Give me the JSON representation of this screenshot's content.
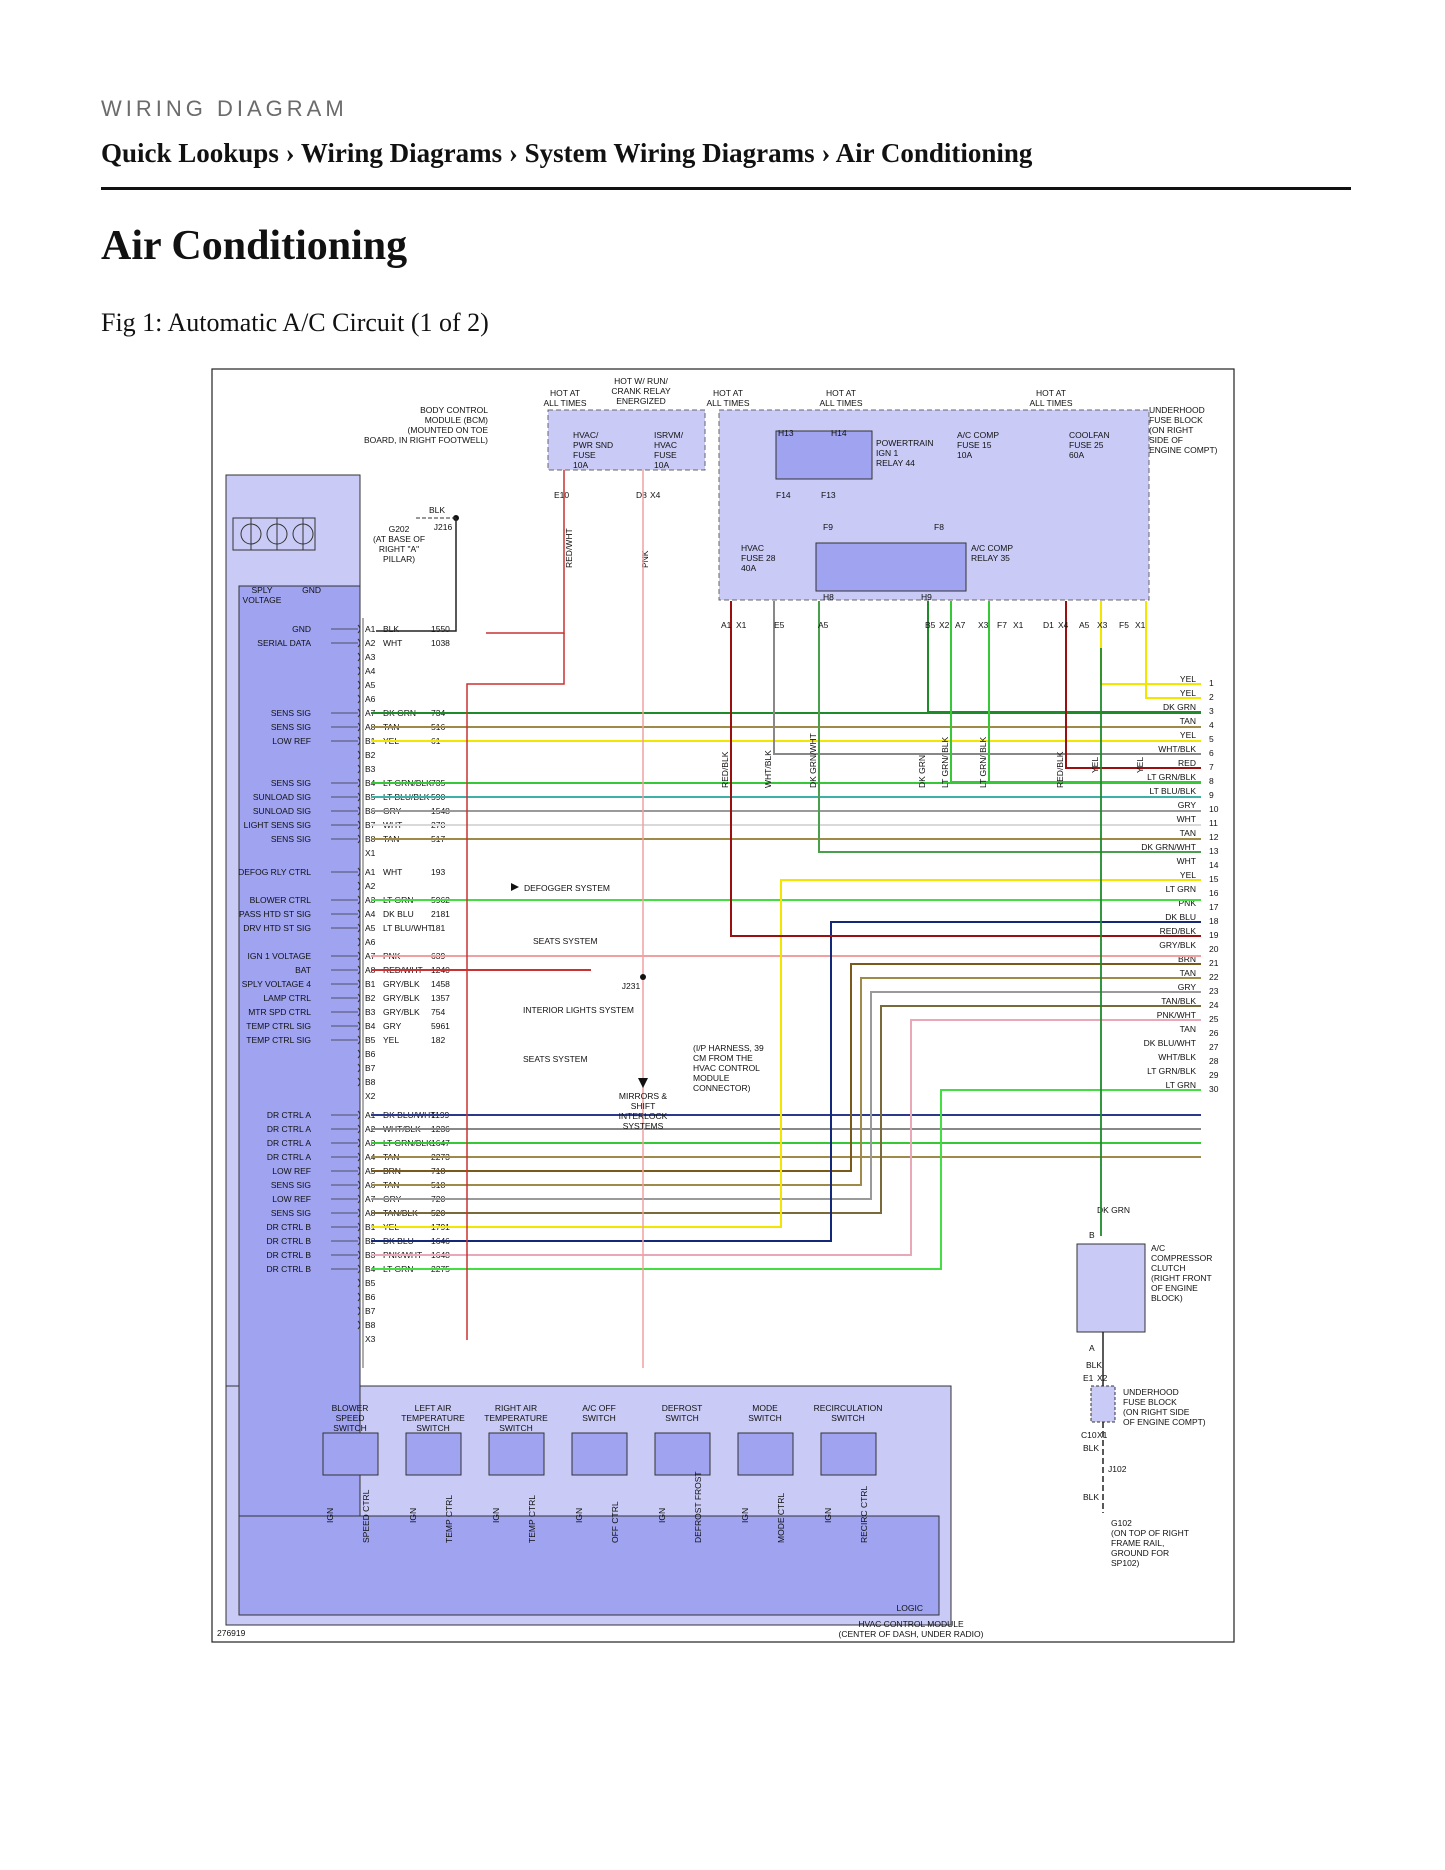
{
  "header": {
    "eyebrow": "WIRING DIAGRAM"
  },
  "breadcrumb": {
    "items": [
      "Quick Lookups",
      "Wiring Diagrams",
      "System Wiring Diagrams",
      "Air Conditioning"
    ],
    "separator": "›"
  },
  "page": {
    "title": "Air Conditioning"
  },
  "figure": {
    "caption": "Fig 1: Automatic A/C Circuit (1 of 2)",
    "id": "276919",
    "module_title": [
      "HVAC CONTROL MODULE",
      "(CENTER OF DASH, UNDER RADIO)"
    ],
    "logic_label": "LOGIC",
    "power_labels": {
      "hot1": [
        "HOT AT",
        "ALL TIMES"
      ],
      "hotrun": [
        "HOT W/ RUN/",
        "CRANK RELAY",
        "ENERGIZED"
      ],
      "hot2": [
        "HOT AT",
        "ALL TIMES"
      ],
      "hot3": [
        "HOT AT",
        "ALL TIMES"
      ],
      "hot4": [
        "HOT AT",
        "ALL TIMES"
      ]
    },
    "bcm": [
      "BODY CONTROL",
      "MODULE (BCM)",
      "(MOUNTED ON TOE",
      "BOARD, IN RIGHT FOOTWELL)"
    ],
    "fuses": {
      "hvac_pwr": [
        "HVAC/",
        "PWR SND",
        "FUSE",
        "10A"
      ],
      "isrvm": [
        "ISRVM/",
        "HVAC",
        "FUSE",
        "10A"
      ],
      "pt_relay": [
        "POWERTRAIN",
        "IGN 1",
        "RELAY 44"
      ],
      "ac_comp_fuse": [
        "A/C COMP",
        "FUSE 15",
        "10A"
      ],
      "coolfan": [
        "COOLFAN",
        "FUSE 25",
        "60A"
      ],
      "hvac28": [
        "HVAC",
        "FUSE 28",
        "40A"
      ],
      "ac_relay": [
        "A/C COMP",
        "RELAY 35"
      ]
    },
    "underhood": [
      "UNDERHOOD",
      "FUSE BLOCK",
      "(ON RIGHT",
      "SIDE OF",
      "ENGINE COMPT)"
    ],
    "underhood2": [
      "UNDERHOOD",
      "FUSE BLOCK",
      "(ON RIGHT SIDE",
      "OF ENGINE COMPT)"
    ],
    "g202": [
      "G202",
      "(AT BASE OF",
      "RIGHT \"A\"",
      "PILLAR)"
    ],
    "g202_wire": "BLK",
    "j216": "J216",
    "j231": "J231",
    "j102": "J102",
    "ip_harness": [
      "(I/P HARNESS, 39",
      "CM FROM THE",
      "HVAC CONTROL",
      "MODULE",
      "CONNECTOR)"
    ],
    "mirrors": [
      "MIRRORS &",
      "SHIFT",
      "INTERLOCK",
      "SYSTEMS"
    ],
    "clutch": [
      "A/C",
      "COMPRESSOR",
      "CLUTCH",
      "(RIGHT FRONT",
      "OF ENGINE",
      "BLOCK)"
    ],
    "g102": [
      "G102",
      "(ON TOP OF RIGHT",
      "FRAME RAIL,",
      "GROUND FOR",
      "SP102)"
    ],
    "sply": [
      "SPLY",
      "VOLTAGE"
    ],
    "gnd": "GND",
    "top_connectors": [
      "E10",
      "D8",
      "X4",
      "F14",
      "F13",
      "F9",
      "F8",
      "H13",
      "H14",
      "H8",
      "H9"
    ],
    "top_pins": [
      "A1",
      "X1",
      "E5",
      "A5",
      "B5",
      "X2",
      "A7",
      "X3",
      "F7",
      "X1",
      "D1",
      "X4",
      "A5",
      "X3",
      "F5",
      "X1"
    ],
    "vertical_wires": [
      "RED/WHT",
      "PNK",
      "RED/BLK",
      "WHT/BLK",
      "DK GRN/WHT",
      "DK GRN",
      "LT GRN/ BLK",
      "LT GRN/ BLK",
      "RED/BLK",
      "YEL",
      "YEL"
    ],
    "clutch_wires": {
      "top": "DK GRN",
      "pinB": "B",
      "pinA": "A",
      "blk1": "BLK",
      "e1": "E1",
      "x2": "X2",
      "c10": "C10",
      "x1": "X1",
      "blk2": "BLK",
      "blk3": "BLK"
    },
    "rows_x1": [
      {
        "pin": "A1",
        "func": "GND",
        "color": "BLK",
        "circuit": "1550"
      },
      {
        "pin": "A2",
        "func": "SERIAL DATA",
        "color": "WHT",
        "circuit": "1038"
      },
      {
        "pin": "A3",
        "func": "",
        "color": "",
        "circuit": ""
      },
      {
        "pin": "A4",
        "func": "",
        "color": "",
        "circuit": ""
      },
      {
        "pin": "A5",
        "func": "",
        "color": "",
        "circuit": ""
      },
      {
        "pin": "A6",
        "func": "",
        "color": "",
        "circuit": ""
      },
      {
        "pin": "A7",
        "func": "SENS SIG",
        "color": "DK GRN",
        "circuit": "734"
      },
      {
        "pin": "A8",
        "func": "SENS SIG",
        "color": "TAN",
        "circuit": "516"
      },
      {
        "pin": "B1",
        "func": "LOW REF",
        "color": "YEL",
        "circuit": "61"
      },
      {
        "pin": "B2",
        "func": "",
        "color": "",
        "circuit": ""
      },
      {
        "pin": "B3",
        "func": "",
        "color": "",
        "circuit": ""
      },
      {
        "pin": "B4",
        "func": "SENS SIG",
        "color": "LT GRN/BLK",
        "circuit": "735"
      },
      {
        "pin": "B5",
        "func": "SUNLOAD SIG",
        "color": "LT BLU/BLK",
        "circuit": "590"
      },
      {
        "pin": "B6",
        "func": "SUNLOAD SIG",
        "color": "GRY",
        "circuit": "1548"
      },
      {
        "pin": "B7",
        "func": "LIGHT SENS SIG",
        "color": "WHT",
        "circuit": "278"
      },
      {
        "pin": "B8",
        "func": "SENS SIG",
        "color": "TAN",
        "circuit": "517"
      }
    ],
    "label_x1": "X1",
    "rows_x2": [
      {
        "pin": "A1",
        "func": "DEFOG RLY CTRL",
        "color": "WHT",
        "circuit": "193"
      },
      {
        "pin": "A2",
        "func": "",
        "color": "",
        "circuit": ""
      },
      {
        "pin": "A3",
        "func": "BLOWER CTRL",
        "color": "LT GRN",
        "circuit": "5962"
      },
      {
        "pin": "A4",
        "func": "PASS HTD ST SIG",
        "color": "DK BLU",
        "circuit": "2181"
      },
      {
        "pin": "A5",
        "func": "DRV HTD ST SIG",
        "color": "LT BLU/WHT",
        "circuit": "181"
      },
      {
        "pin": "A6",
        "func": "",
        "color": "",
        "circuit": ""
      },
      {
        "pin": "A7",
        "func": "IGN 1 VOLTAGE",
        "color": "PNK",
        "circuit": "639"
      },
      {
        "pin": "A8",
        "func": "BAT",
        "color": "RED/WHT",
        "circuit": "1240"
      },
      {
        "pin": "B1",
        "func": "SPLY VOLTAGE 4",
        "color": "GRY/BLK",
        "circuit": "1458"
      },
      {
        "pin": "B2",
        "func": "LAMP CTRL",
        "color": "GRY/BLK",
        "circuit": "1357"
      },
      {
        "pin": "B3",
        "func": "MTR SPD CTRL",
        "color": "GRY/BLK",
        "circuit": "754"
      },
      {
        "pin": "B4",
        "func": "TEMP CTRL SIG",
        "color": "GRY",
        "circuit": "5961"
      },
      {
        "pin": "B5",
        "func": "TEMP CTRL SIG",
        "color": "YEL",
        "circuit": "182"
      },
      {
        "pin": "B6",
        "func": "",
        "color": "",
        "circuit": ""
      },
      {
        "pin": "B7",
        "func": "",
        "color": "",
        "circuit": ""
      },
      {
        "pin": "B8",
        "func": "",
        "color": "",
        "circuit": ""
      }
    ],
    "label_x2": "X2",
    "rows_x3": [
      {
        "pin": "A1",
        "func": "DR CTRL A",
        "color": "DK BLU/WHT",
        "circuit": "1199"
      },
      {
        "pin": "A2",
        "func": "DR CTRL A",
        "color": "WHT/BLK",
        "circuit": "1236"
      },
      {
        "pin": "A3",
        "func": "DR CTRL A",
        "color": "LT GRN/BLK",
        "circuit": "1647"
      },
      {
        "pin": "A4",
        "func": "DR CTRL A",
        "color": "TAN",
        "circuit": "2273"
      },
      {
        "pin": "A5",
        "func": "LOW REF",
        "color": "BRN",
        "circuit": "718"
      },
      {
        "pin": "A6",
        "func": "SENS SIG",
        "color": "TAN",
        "circuit": "518"
      },
      {
        "pin": "A7",
        "func": "LOW REF",
        "color": "GRY",
        "circuit": "720"
      },
      {
        "pin": "A8",
        "func": "SENS SIG",
        "color": "TAN/BLK",
        "circuit": "520"
      },
      {
        "pin": "B1",
        "func": "DR CTRL B",
        "color": "YEL",
        "circuit": "1791"
      },
      {
        "pin": "B2",
        "func": "DR CTRL B",
        "color": "DK BLU",
        "circuit": "1646"
      },
      {
        "pin": "B3",
        "func": "DR CTRL B",
        "color": "PNK/WHT",
        "circuit": "1648"
      },
      {
        "pin": "B4",
        "func": "DR CTRL B",
        "color": "LT GRN",
        "circuit": "2275"
      },
      {
        "pin": "B5",
        "func": "",
        "color": "",
        "circuit": ""
      },
      {
        "pin": "B6",
        "func": "",
        "color": "",
        "circuit": ""
      },
      {
        "pin": "B7",
        "func": "",
        "color": "",
        "circuit": ""
      },
      {
        "pin": "B8",
        "func": "",
        "color": "",
        "circuit": ""
      }
    ],
    "label_x3": "X3",
    "system_arrows": {
      "defogger": "DEFOGGER SYSTEM",
      "seats1": "SEATS SYSTEM",
      "interior": "INTERIOR LIGHTS SYSTEM",
      "seats2": "SEATS SYSTEM"
    },
    "right_wires": [
      {
        "n": "1",
        "c": "YEL"
      },
      {
        "n": "2",
        "c": "YEL"
      },
      {
        "n": "3",
        "c": "DK GRN"
      },
      {
        "n": "4",
        "c": "TAN"
      },
      {
        "n": "5",
        "c": "YEL"
      },
      {
        "n": "6",
        "c": "WHT/BLK"
      },
      {
        "n": "7",
        "c": "RED"
      },
      {
        "n": "8",
        "c": "LT GRN/BLK"
      },
      {
        "n": "9",
        "c": "LT BLU/BLK"
      },
      {
        "n": "10",
        "c": "GRY"
      },
      {
        "n": "11",
        "c": "WHT"
      },
      {
        "n": "12",
        "c": "TAN"
      },
      {
        "n": "13",
        "c": "DK GRN/WHT"
      },
      {
        "n": "14",
        "c": "WHT"
      },
      {
        "n": "15",
        "c": "YEL"
      },
      {
        "n": "16",
        "c": "LT GRN"
      },
      {
        "n": "17",
        "c": "PNK"
      },
      {
        "n": "18",
        "c": "DK BLU"
      },
      {
        "n": "19",
        "c": "RED/BLK"
      },
      {
        "n": "20",
        "c": "GRY/BLK"
      },
      {
        "n": "21",
        "c": "BRN"
      },
      {
        "n": "22",
        "c": "TAN"
      },
      {
        "n": "23",
        "c": "GRY"
      },
      {
        "n": "24",
        "c": "TAN/BLK"
      },
      {
        "n": "25",
        "c": "PNK/WHT"
      },
      {
        "n": "26",
        "c": "TAN"
      },
      {
        "n": "27",
        "c": "DK BLU/WHT"
      },
      {
        "n": "28",
        "c": "WHT/BLK"
      },
      {
        "n": "29",
        "c": "LT GRN/BLK"
      },
      {
        "n": "30",
        "c": "LT GRN"
      }
    ],
    "switches": [
      {
        "label": [
          "BLOWER",
          "SPEED",
          "SWITCH"
        ],
        "a": "IGN",
        "b": "SPEED CTRL"
      },
      {
        "label": [
          "LEFT AIR",
          "TEMPERATURE",
          "SWITCH"
        ],
        "a": "IGN",
        "b": "TEMP CTRL"
      },
      {
        "label": [
          "RIGHT AIR",
          "TEMPERATURE",
          "SWITCH"
        ],
        "a": "IGN",
        "b": "TEMP CTRL"
      },
      {
        "label": [
          "A/C OFF",
          "SWITCH"
        ],
        "a": "IGN",
        "b": "OFF CTRL"
      },
      {
        "label": [
          "DEFROST",
          "SWITCH"
        ],
        "a": "IGN",
        "b": "DEFROST FROST"
      },
      {
        "label": [
          "MODE",
          "SWITCH"
        ],
        "a": "IGN",
        "b": "MODE CTRL"
      },
      {
        "label": [
          "RECIRCULATION",
          "SWITCH"
        ],
        "a": "IGN",
        "b": "RECIRC CTRL"
      }
    ],
    "colors": {
      "module_fill": "#9fa3f0",
      "box_fill": "#c9cbf6",
      "line": "#222222"
    }
  }
}
